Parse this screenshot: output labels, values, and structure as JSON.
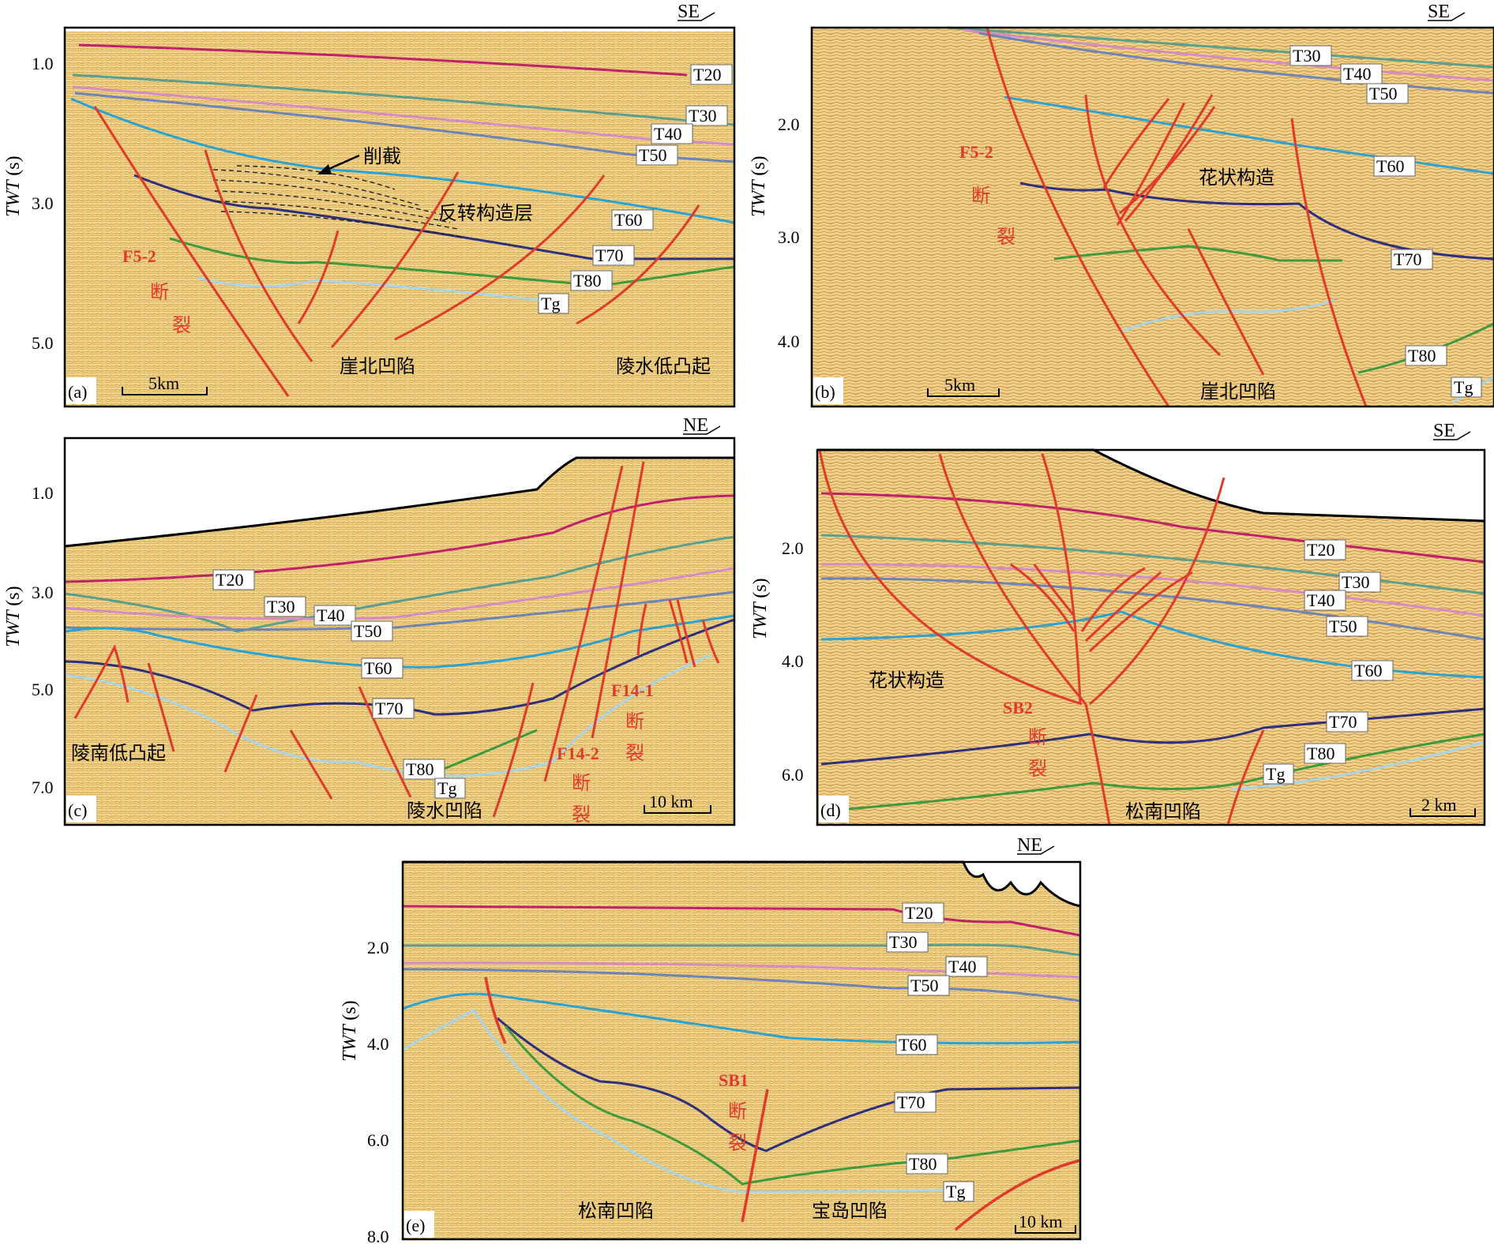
{
  "axis_label": "TWT",
  "axis_unit": "(s)",
  "horizon_colors": {
    "T20": "#c0226a",
    "T30": "#5a9f8e",
    "T40": "#d78bc4",
    "T50": "#6c84b6",
    "T60": "#2aa3d3",
    "T70": "#2e2f7e",
    "T80": "#3e9a3e",
    "Tg": "#a9d4e8"
  },
  "fault_color": "#e03a2b",
  "panels": [
    {
      "id": "a",
      "tag": "(a)",
      "direction": "SE",
      "scale": "5km",
      "yticks": [
        "1.0",
        "3.0",
        "5.0"
      ],
      "horizon_labels": [
        "T20",
        "T30",
        "T40",
        "T50",
        "T60",
        "T70",
        "T80",
        "Tg"
      ],
      "regions": [
        "崖北凹陷",
        "陵水低凸起"
      ],
      "annotations": [
        "削截",
        "反转构造层"
      ],
      "fault_code": "F5-2",
      "fault_word": [
        "断",
        "裂"
      ]
    },
    {
      "id": "b",
      "tag": "(b)",
      "direction": "SE",
      "scale": "5km",
      "yticks": [
        "2.0",
        "3.0",
        "4.0"
      ],
      "horizon_labels": [
        "T30",
        "T40",
        "T50",
        "T60",
        "T70",
        "T80",
        "Tg"
      ],
      "regions": [
        "崖北凹陷"
      ],
      "annotations": [
        "花状构造"
      ],
      "fault_code": "F5-2",
      "fault_word": [
        "断",
        "裂"
      ]
    },
    {
      "id": "c",
      "tag": "(c)",
      "direction": "NE",
      "scale": "10 km",
      "yticks": [
        "1.0",
        "3.0",
        "5.0",
        "7.0"
      ],
      "horizon_labels": [
        "T20",
        "T30",
        "T40",
        "T50",
        "T60",
        "T70",
        "T80",
        "Tg"
      ],
      "regions": [
        "陵南低凸起",
        "陵水凹陷"
      ],
      "faults": [
        {
          "code": "F14-1",
          "word": [
            "断",
            "裂"
          ]
        },
        {
          "code": "F14-2",
          "word": [
            "断",
            "裂"
          ]
        }
      ]
    },
    {
      "id": "d",
      "tag": "(d)",
      "direction": "SE",
      "scale": "2 km",
      "yticks": [
        "2.0",
        "4.0",
        "6.0"
      ],
      "horizon_labels": [
        "T20",
        "T30",
        "T40",
        "T50",
        "T60",
        "T70",
        "T80",
        "Tg"
      ],
      "regions": [
        "花状构造",
        "松南凹陷"
      ],
      "fault_code": "SB2",
      "fault_word": [
        "断",
        "裂"
      ]
    },
    {
      "id": "e",
      "tag": "(e)",
      "direction": "NE",
      "scale": "10 km",
      "yticks": [
        "2.0",
        "4.0",
        "6.0",
        "8.0"
      ],
      "horizon_labels": [
        "T20",
        "T30",
        "T40",
        "T50",
        "T60",
        "T70",
        "T80",
        "Tg"
      ],
      "regions": [
        "松南凹陷",
        "宝岛凹陷"
      ],
      "fault_code": "SB1",
      "fault_word": [
        "断",
        "裂"
      ]
    }
  ]
}
